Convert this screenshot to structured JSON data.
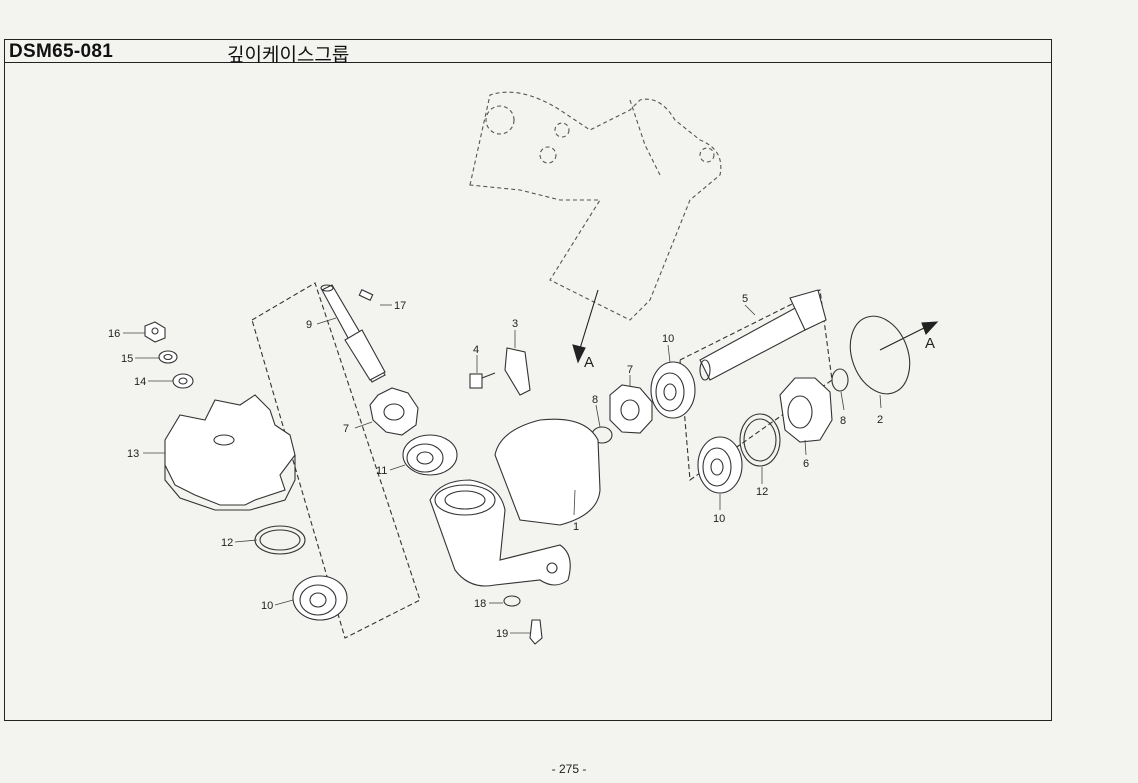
{
  "header": {
    "code": "DSM65-081",
    "title": "깊이케이스그룹"
  },
  "page_number": "- 275 -",
  "view_marker": "A",
  "callouts": [
    "1",
    "2",
    "3",
    "4",
    "5",
    "6",
    "7",
    "7",
    "8",
    "8",
    "9",
    "10",
    "10",
    "10",
    "11",
    "12",
    "12",
    "13",
    "14",
    "15",
    "16",
    "17",
    "18",
    "19"
  ]
}
